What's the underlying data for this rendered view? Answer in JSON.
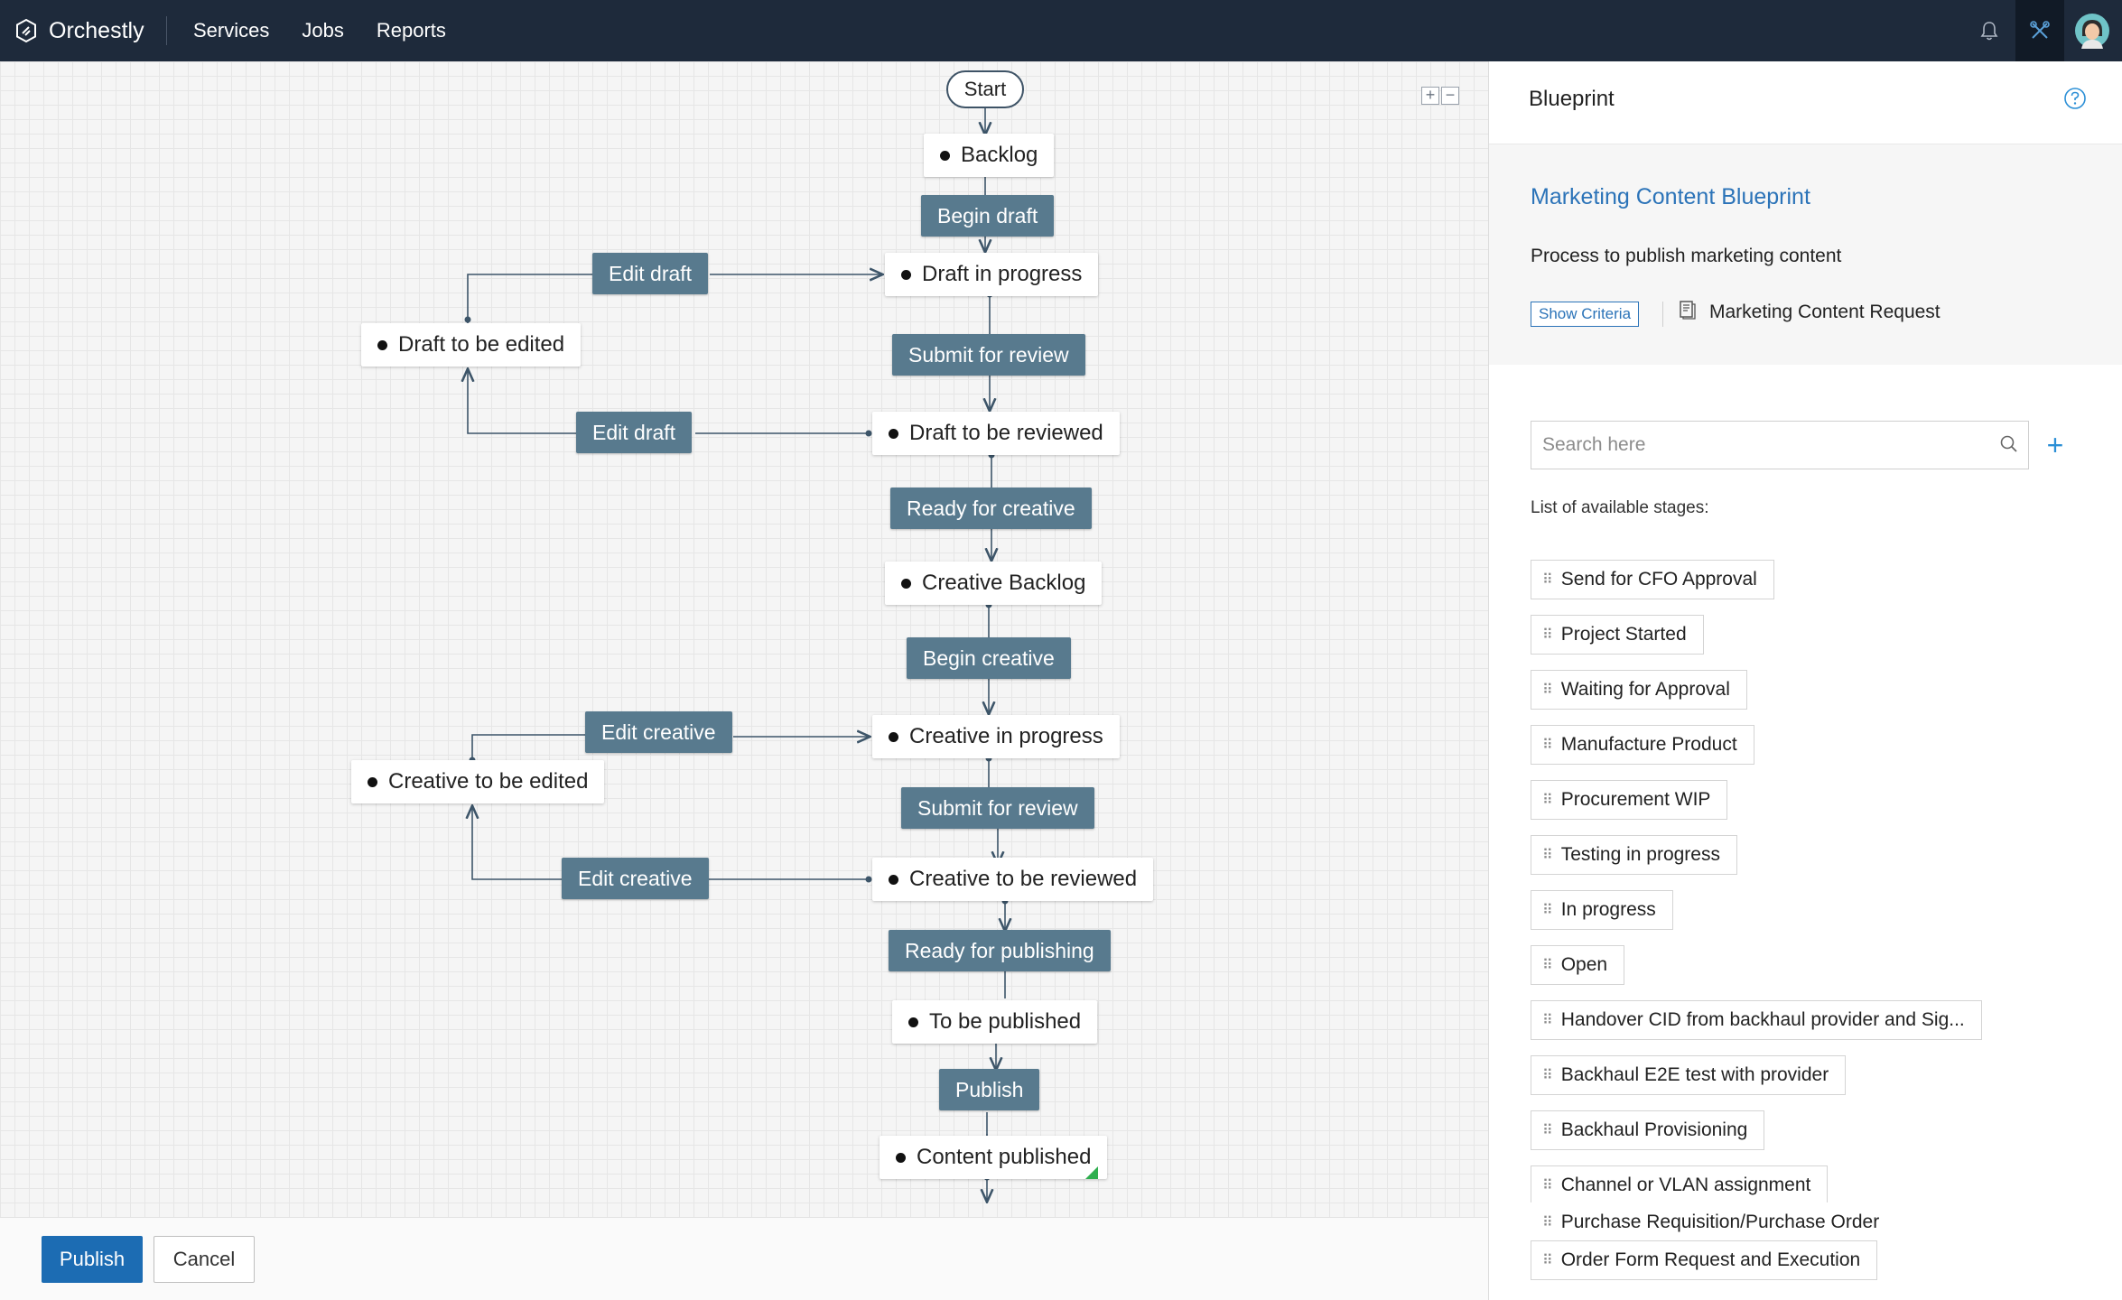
{
  "app": {
    "name": "Orchestly",
    "nav": [
      "Services",
      "Jobs",
      "Reports"
    ]
  },
  "canvas": {
    "start_label": "Start",
    "stages": {
      "backlog": "Backlog",
      "draft_in_progress": "Draft in progress",
      "draft_to_be_edited": "Draft to be edited",
      "draft_to_be_reviewed": "Draft to be reviewed",
      "creative_backlog": "Creative Backlog",
      "creative_in_progress": "Creative in progress",
      "creative_to_be_edited": "Creative to be edited",
      "creative_to_be_reviewed": "Creative to be reviewed",
      "to_be_published": "To be published",
      "content_published": "Content published"
    },
    "transitions": {
      "begin_draft": "Begin draft",
      "edit_draft_upper": "Edit draft",
      "submit_review_1": "Submit for review",
      "edit_draft_lower": "Edit draft",
      "ready_for_creative": "Ready for creative",
      "begin_creative": "Begin creative",
      "edit_creative_upper": "Edit creative",
      "submit_review_2": "Submit for review",
      "edit_creative_lower": "Edit creative",
      "ready_for_publishing": "Ready for publishing",
      "publish": "Publish"
    },
    "zoom_in": "+",
    "zoom_out": "−"
  },
  "footer": {
    "publish": "Publish",
    "cancel": "Cancel"
  },
  "panel": {
    "title": "Blueprint",
    "blueprint_name": "Marketing Content Blueprint",
    "description": "Process to publish marketing content",
    "show_criteria": "Show Criteria",
    "module": "Marketing Content Request",
    "search_placeholder": "Search here",
    "add": "+",
    "list_label": "List of available stages:",
    "stages": [
      "Send for CFO Approval",
      "Project Started",
      "Waiting for Approval",
      "Manufacture Product",
      "Procurement WIP",
      "Testing in progress",
      "In progress",
      "Open",
      "Handover CID from backhaul provider and Sig...",
      "Backhaul E2E test with provider",
      "Backhaul Provisioning",
      "Channel or VLAN assignment",
      "Purchase Requisition/Purchase Order",
      "Order Form Request and Execution"
    ]
  }
}
